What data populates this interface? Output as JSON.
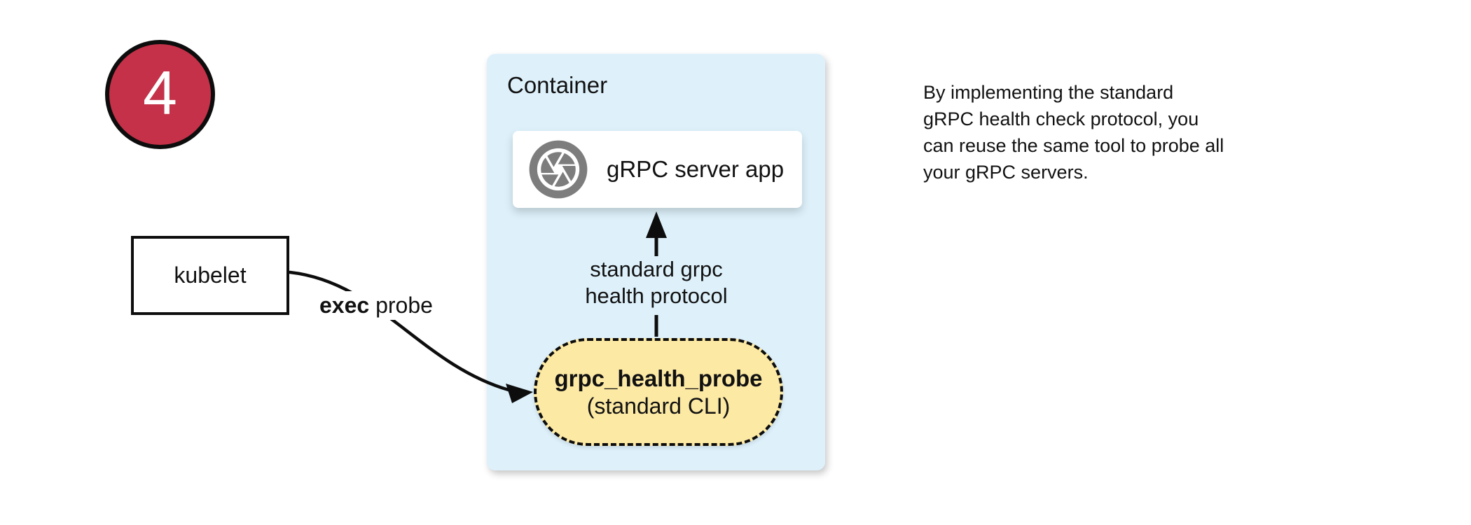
{
  "colors": {
    "badge_red": "#c43148",
    "container_blue": "#def1fb",
    "probe_yellow": "#fce9a4",
    "icon_gray": "#7d7d7d",
    "line_black": "#0d0d0d"
  },
  "badge": {
    "number": "4"
  },
  "kubelet": {
    "label": "kubelet"
  },
  "exec_label": {
    "bold": "exec",
    "rest": " probe"
  },
  "container": {
    "title": "Container",
    "server_label": "gRPC server app",
    "arrow_label": "standard grpc\nhealth protocol",
    "probe_title": "grpc_health_probe",
    "probe_subtitle": "(standard CLI)"
  },
  "note": {
    "text": "By implementing the standard\ngRPC health check protocol, you\ncan reuse the same tool to probe all\nyour gRPC servers."
  }
}
